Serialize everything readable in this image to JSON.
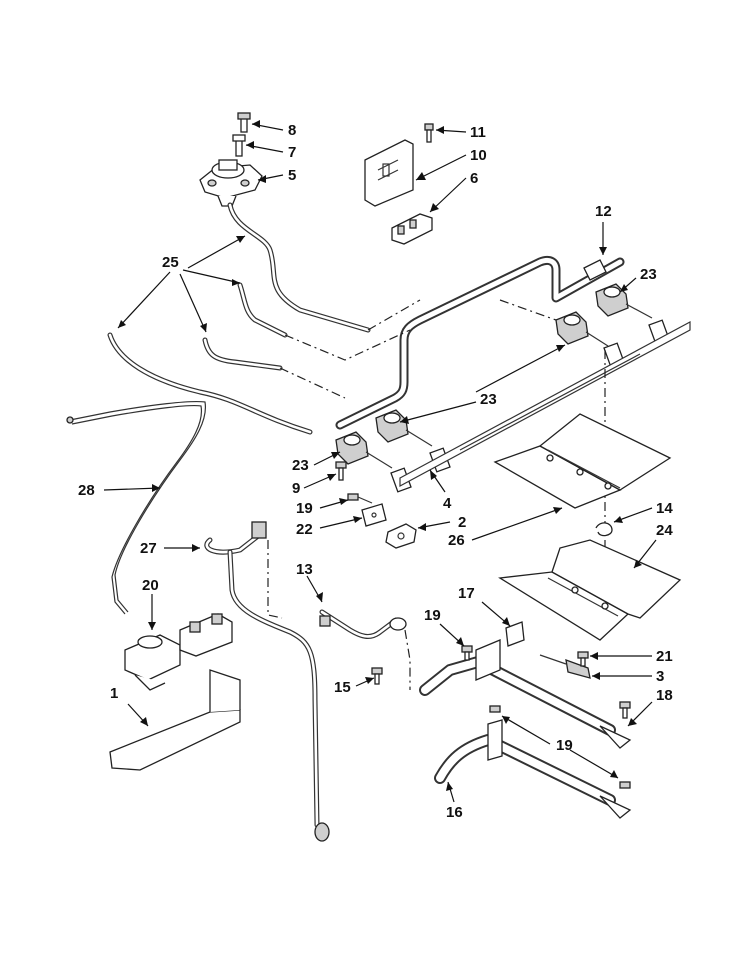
{
  "diagram": {
    "callouts": [
      {
        "id": "c8",
        "label": "8"
      },
      {
        "id": "c7",
        "label": "7"
      },
      {
        "id": "c5",
        "label": "5"
      },
      {
        "id": "c11",
        "label": "11"
      },
      {
        "id": "c10",
        "label": "10"
      },
      {
        "id": "c6",
        "label": "6"
      },
      {
        "id": "c12",
        "label": "12"
      },
      {
        "id": "c23a",
        "label": "23"
      },
      {
        "id": "c25",
        "label": "25"
      },
      {
        "id": "c23b",
        "label": "23"
      },
      {
        "id": "c23c",
        "label": "23"
      },
      {
        "id": "c9",
        "label": "9"
      },
      {
        "id": "c4",
        "label": "4"
      },
      {
        "id": "c28",
        "label": "28"
      },
      {
        "id": "c19a",
        "label": "19"
      },
      {
        "id": "c22",
        "label": "22"
      },
      {
        "id": "c2",
        "label": "2"
      },
      {
        "id": "c26",
        "label": "26"
      },
      {
        "id": "c14",
        "label": "14"
      },
      {
        "id": "c24",
        "label": "24"
      },
      {
        "id": "c27",
        "label": "27"
      },
      {
        "id": "c13",
        "label": "13"
      },
      {
        "id": "c20",
        "label": "20"
      },
      {
        "id": "c17",
        "label": "17"
      },
      {
        "id": "c19b",
        "label": "19"
      },
      {
        "id": "c21",
        "label": "21"
      },
      {
        "id": "c3",
        "label": "3"
      },
      {
        "id": "c15",
        "label": "15"
      },
      {
        "id": "c1",
        "label": "1"
      },
      {
        "id": "c18",
        "label": "18"
      },
      {
        "id": "c19c",
        "label": "19"
      },
      {
        "id": "c16",
        "label": "16"
      }
    ]
  }
}
